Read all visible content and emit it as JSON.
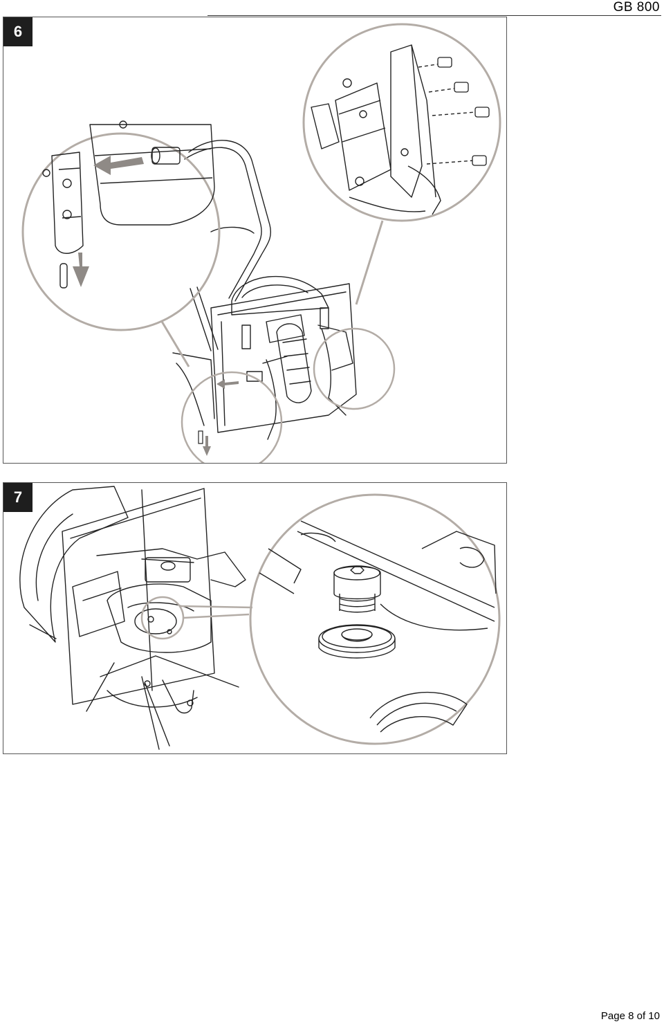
{
  "header": {
    "title": "GB  800"
  },
  "figures": [
    {
      "step_label": "6",
      "icon": "tiller-blade-mounting-illustration"
    },
    {
      "step_label": "7",
      "icon": "gearbox-plug-detail-illustration"
    }
  ],
  "footer": {
    "page_label": "Page 8 of 10"
  },
  "colors": {
    "line": "#222222",
    "callout": "#b3aca6",
    "arrow": "#8f8a86",
    "badge": "#1e1e1e"
  }
}
